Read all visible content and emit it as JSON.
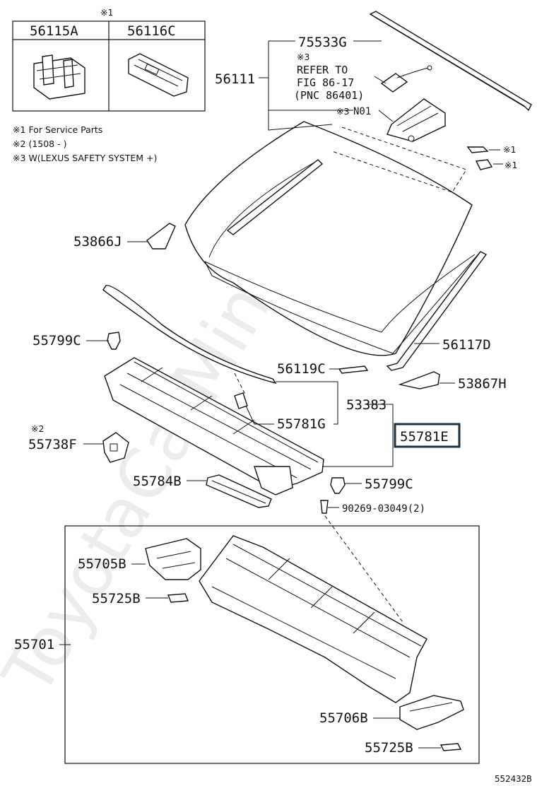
{
  "watermark": "ToyotaCarMine.ru",
  "inset": {
    "mark": "※1",
    "left_part": "56115A",
    "right_part": "56116C"
  },
  "notes": [
    {
      "mark": "※1",
      "text": "For Service Parts"
    },
    {
      "mark": "※2",
      "text": "(1508 -    )"
    },
    {
      "mark": "※3",
      "text": "W(LEXUS SAFETY SYSTEM +)"
    }
  ],
  "labels": {
    "p75533G": "75533G",
    "p56111": "56111",
    "ref_mark": "※3",
    "ref_line1": "REFER TO",
    "ref_line2": "FIG 86-17",
    "ref_line3": "(PNC 86401)",
    "p3_n01_mark": "※3",
    "p_n01": "N01",
    "s1a": "※1",
    "s1b": "※1",
    "p53866J": "53866J",
    "p55799C_top": "55799C",
    "p56117D": "56117D",
    "p56119C": "56119C",
    "p53867H": "53867H",
    "p53383": "53383",
    "p55781G": "55781G",
    "p55781E": "55781E",
    "s2": "※2",
    "p55738F": "55738F",
    "p55784B": "55784B",
    "p55799C_bot": "55799C",
    "p90269": "90269-03049(2)",
    "p55705B": "55705B",
    "p55725B_top": "55725B",
    "p55701": "55701",
    "p55706B": "55706B",
    "p55725B_bot": "55725B"
  },
  "figure_id": "552432B",
  "highlight_color": "#1a3142"
}
